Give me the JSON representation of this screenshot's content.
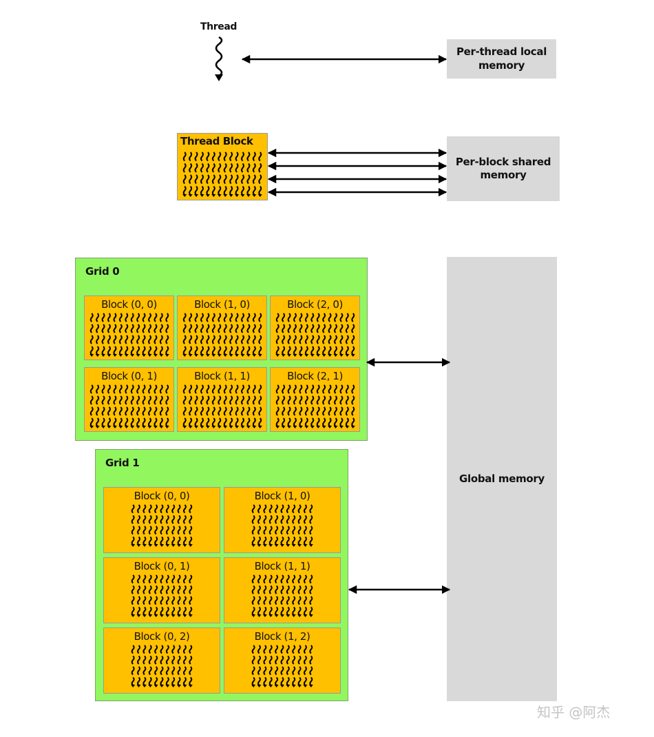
{
  "thread": {
    "label": "Thread"
  },
  "thread_block": {
    "label": "Thread Block"
  },
  "memory": {
    "local": "Per-thread local\nmemory",
    "shared": "Per-block shared\nmemory",
    "global": "Global memory"
  },
  "grid0": {
    "title": "Grid 0",
    "blocks": [
      "Block (0, 0)",
      "Block (1, 0)",
      "Block (2, 0)",
      "Block (0, 1)",
      "Block (1, 1)",
      "Block (2, 1)"
    ]
  },
  "grid1": {
    "title": "Grid 1",
    "blocks": [
      "Block (0, 0)",
      "Block (1, 0)",
      "Block (0, 1)",
      "Block (1, 1)",
      "Block (0, 2)",
      "Block (1, 2)"
    ]
  },
  "watermark": "知乎 @阿杰",
  "colors": {
    "grid": "#92f65f",
    "block": "#ffc000",
    "memory": "#d9d9d9",
    "arrow": "#000000"
  }
}
